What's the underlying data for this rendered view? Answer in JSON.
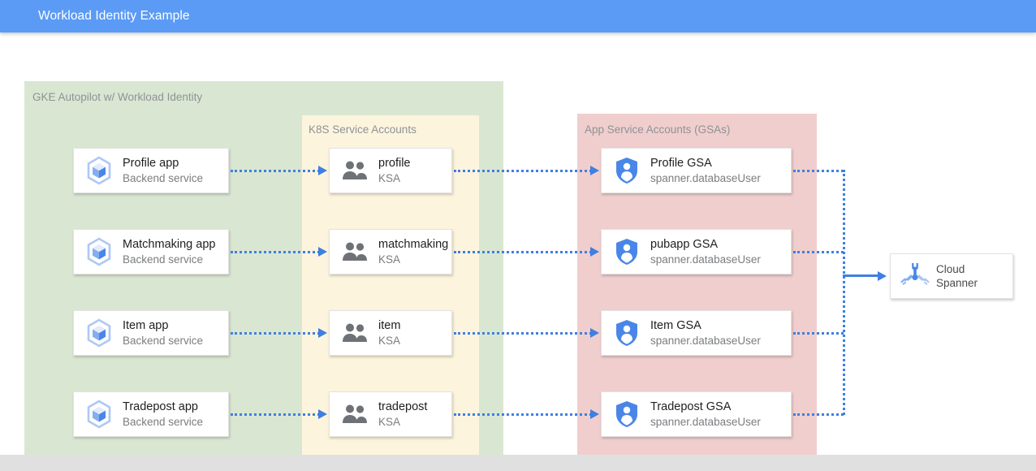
{
  "header": {
    "title": "Workload Identity Example",
    "background": "#5b9bf5"
  },
  "groups": {
    "gke": {
      "label": "GKE Autopilot w/ Workload Identity",
      "color": "#d9e7d2"
    },
    "ksa": {
      "label": "K8S Service Accounts",
      "color": "#fdf4dd"
    },
    "gsa": {
      "label": "App Service Accounts (GSAs)",
      "color": "#f0cecd"
    }
  },
  "apps": [
    {
      "title": "Profile app",
      "sub": "Backend service",
      "icon": "gke-workload-icon"
    },
    {
      "title": "Matchmaking app",
      "sub": "Backend service",
      "icon": "gke-workload-icon"
    },
    {
      "title": "Item app",
      "sub": "Backend service",
      "icon": "gke-workload-icon"
    },
    {
      "title": "Tradepost app",
      "sub": "Backend service",
      "icon": "gke-workload-icon"
    }
  ],
  "ksas": [
    {
      "title": "profile",
      "sub": "KSA",
      "icon": "people-group-icon"
    },
    {
      "title": "matchmaking",
      "sub": "KSA",
      "icon": "people-group-icon"
    },
    {
      "title": "item",
      "sub": "KSA",
      "icon": "people-group-icon"
    },
    {
      "title": "tradepost",
      "sub": "KSA",
      "icon": "people-group-icon"
    }
  ],
  "gsas": [
    {
      "title": "Profile GSA",
      "sub": "spanner.databaseUser",
      "icon": "shield-person-icon"
    },
    {
      "title": "pubapp GSA",
      "sub": "spanner.databaseUser",
      "icon": "shield-person-icon"
    },
    {
      "title": "Item GSA",
      "sub": "spanner.databaseUser",
      "icon": "shield-person-icon"
    },
    {
      "title": "Tradepost GSA",
      "sub": "spanner.databaseUser",
      "icon": "shield-person-icon"
    }
  ],
  "datastore": {
    "line1": "Cloud",
    "line2": "Spanner",
    "icon": "cloud-spanner-icon"
  },
  "colors": {
    "connector": "#3f7fe0",
    "card_background": "#ffffff",
    "label_text": "#8e9296",
    "title_text": "#1f1f1f",
    "sub_text": "#7a7d80",
    "footer": "#e0e0e0"
  }
}
